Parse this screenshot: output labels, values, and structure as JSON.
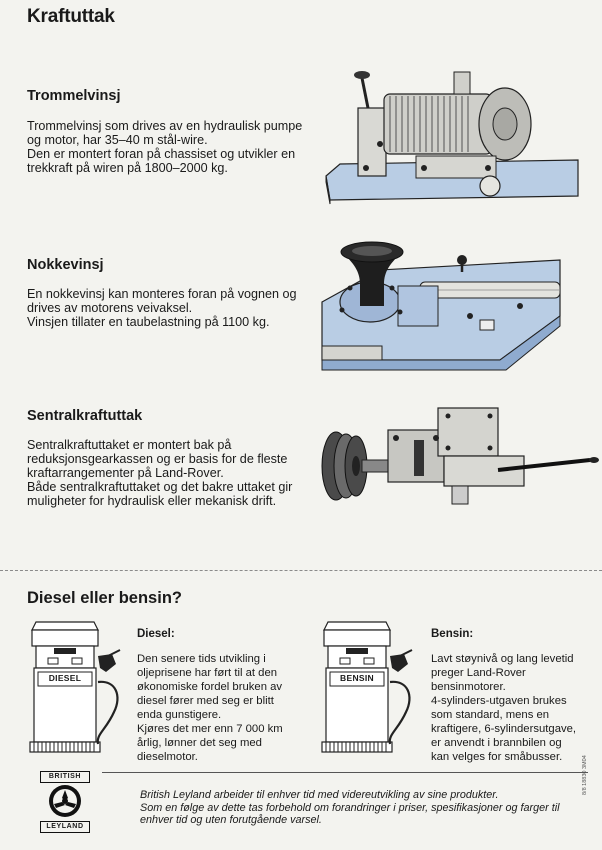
{
  "page": {
    "title": "Kraftuttak"
  },
  "sections": [
    {
      "title": "Trommelvinsj",
      "lines": [
        "Trommelvinsj som drives av en hydraulisk pumpe",
        "og  motor, har 35–40 m stål-wire.",
        "Den er montert foran på chassiset og utvikler en",
        "trekkraft på wiren på 1800–2000 kg."
      ]
    },
    {
      "title": "Nokkevinsj",
      "lines": [
        "En nokkevinsj kan monteres foran på vognen og",
        "drives av motorens veivaksel.",
        "Vinsjen tillater en taubelastning på 1100 kg."
      ]
    },
    {
      "title": "Sentralkraftuttak",
      "lines": [
        "Sentralkraftuttaket er montert bak på",
        "reduksjonsgearkassen og er basis for de fleste",
        "kraftarrangementer på Land-Rover.",
        "Både sentralkraftuttaket og det bakre uttaket gir",
        "muligheter for hydraulisk eller mekanisk drift."
      ]
    }
  ],
  "fuel": {
    "title": "Diesel eller bensin?",
    "diesel": {
      "heading": "Diesel:",
      "pump_label": "DIESEL",
      "lines": [
        "Den senere tids utvikling i",
        "oljeprisene har ført til at den",
        "økonomiske fordel bruken av",
        "diesel fører med seg er blitt",
        "enda gunstigere.",
        "Kjøres det mer enn 7 000 km",
        "årlig, lønner det seg med",
        "dieselmotor."
      ]
    },
    "bensin": {
      "heading": "Bensin:",
      "pump_label": "BENSIN",
      "lines": [
        "Lavt støynivå og lang levetid",
        "preger Land-Rover",
        "bensinmotorer.",
        "4-sylinders-utgaven brukes",
        "som standard, mens en",
        "kraftigere, 6-sylindersutgave,",
        "er anvendt i brannbilen og",
        "kan velges for småbusser."
      ]
    }
  },
  "footer": {
    "logo_top": "BRITISH",
    "logo_bottom": "LEYLAND",
    "lines": [
      "British Leyland arbeider til enhver tid med videreutvikling av sine produkter.",
      "Som en følge av dette tas forbehold om forandringer i priser, spesifikasjoner og farger til",
      "enhver tid og uten forutgående varsel."
    ],
    "print_code": "8/8 18830 3M04"
  },
  "colors": {
    "background": "#f3f3ef",
    "ink": "#1a1a1a",
    "illustration_blue": "#b9cde4",
    "illustration_blue_dark": "#8fabcf"
  }
}
